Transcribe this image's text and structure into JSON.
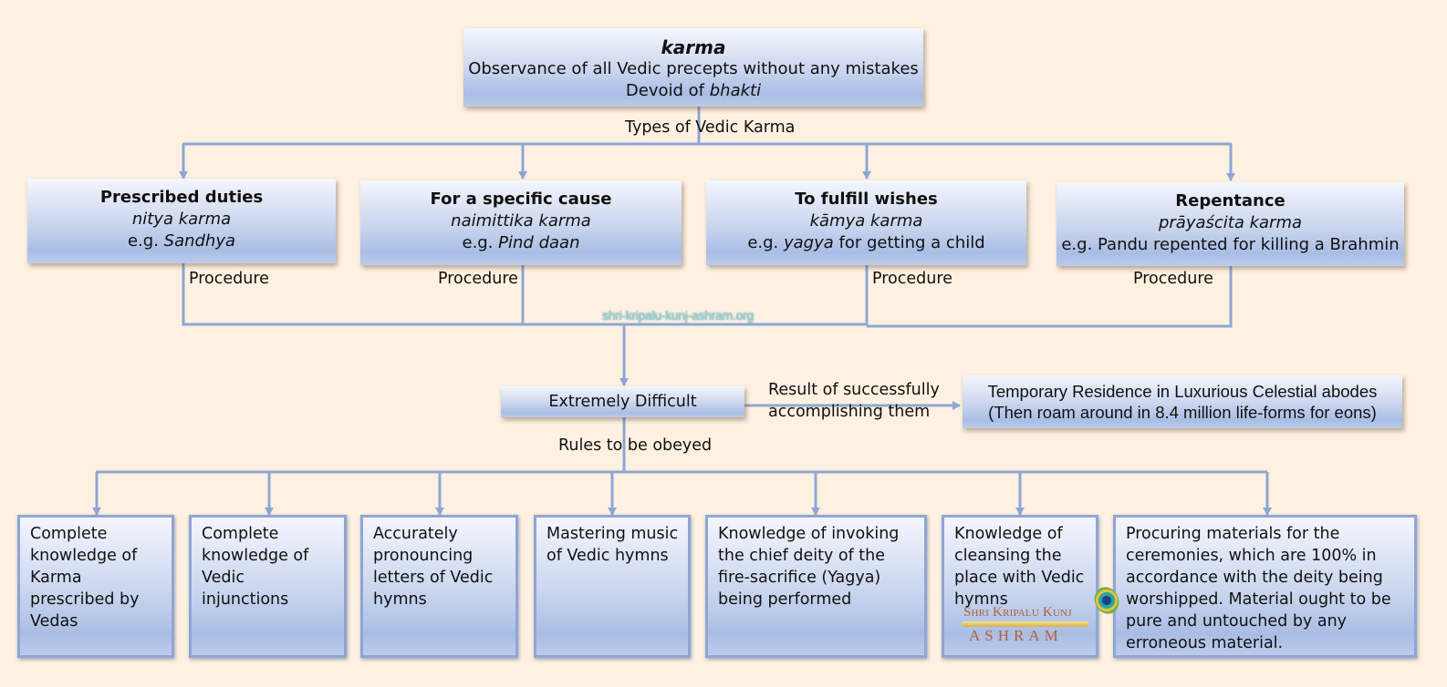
{
  "root": {
    "title": "karma",
    "line2": "Observance of all Vedic precepts without any mistakes",
    "line3_prefix": "Devoid of ",
    "line3_italic": "bhakti"
  },
  "labels": {
    "types": "Types of Vedic Karma",
    "procedure": "Procedure",
    "result_line1": "Result of successfully",
    "result_line2": "accomplishing them",
    "rules": "Rules to be obeyed"
  },
  "types": [
    {
      "title": "Prescribed duties",
      "sanskrit": "nitya karma",
      "example_prefix": "e.g. ",
      "example_italic": "Sandhya",
      "example_suffix": ""
    },
    {
      "title": "For a specific cause",
      "sanskrit": "naimittika karma",
      "example_prefix": "e.g. ",
      "example_italic": "Pind daan",
      "example_suffix": ""
    },
    {
      "title": "To fulfill wishes",
      "sanskrit": "kāmya karma",
      "example_prefix": "e.g. ",
      "example_italic": "yagya",
      "example_suffix": " for getting a child"
    },
    {
      "title": "Repentance",
      "sanskrit": "prāyaścita karma",
      "example_prefix": "e.g. Pandu repented for killing a Brahmin",
      "example_italic": "",
      "example_suffix": ""
    }
  ],
  "difficult": {
    "label": "Extremely Difficult"
  },
  "result": {
    "line1": "Temporary Residence in Luxurious Celestial abodes",
    "line2": "(Then roam around in 8.4 million life-forms for eons)"
  },
  "rules": [
    {
      "lines": [
        "Complete",
        "knowledge of",
        "Karma",
        "prescribed by",
        "Vedas"
      ]
    },
    {
      "lines": [
        "Complete",
        "knowledge of",
        "Vedic",
        "injunctions"
      ]
    },
    {
      "lines": [
        "Accurately",
        "pronouncing",
        "letters of Vedic",
        "hymns"
      ]
    },
    {
      "lines": [
        "Mastering music",
        "of Vedic hymns"
      ]
    },
    {
      "lines": [
        "Knowledge of invoking",
        "the chief deity of the",
        "fire-sacrifice (Yagya)",
        "being performed"
      ]
    },
    {
      "lines": [
        "Knowledge of",
        "cleansing the",
        "place with Vedic",
        "hymns"
      ]
    },
    {
      "lines": [
        "Procuring materials for the",
        "ceremonies, which are 100% in",
        "accordance with the deity being",
        "worshipped. Material ought to be",
        "pure and untouched by any",
        "erroneous material."
      ]
    }
  ],
  "watermark": "shri-kripalu-kunj-ashram.org",
  "logo": {
    "line1": "Shri Kripalu Kunj",
    "line2": "ASHRAM"
  },
  "colors": {
    "background": "#fef1e1",
    "connector": "#8ea6d6",
    "box_top": "#f4f6fc",
    "box_bottom": "#a9bde4"
  }
}
